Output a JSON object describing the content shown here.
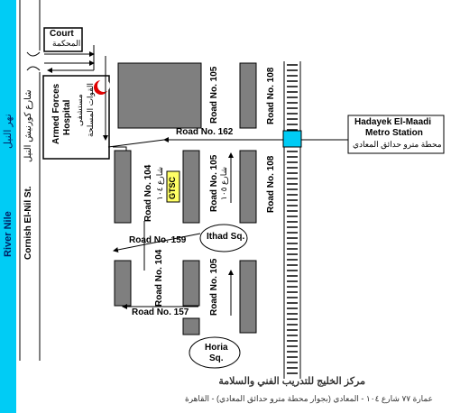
{
  "map": {
    "river": {
      "label": "River Nile",
      "arabic": "نهر النيل"
    },
    "corniche": {
      "label": "Cornish El-Nil St.",
      "arabic": "شارع كورنيش النيل"
    },
    "court": {
      "label": "Court",
      "arabic": "المحكمة"
    },
    "hospital": {
      "label_line1": "Armed Forces",
      "label_line2": "Hospital",
      "arabic_line1": "مستشفى",
      "arabic_line2": "القوات المسلحة"
    },
    "roads": {
      "r162": "Road No. 162",
      "r159": "Road No. 159",
      "r157": "Road No. 157",
      "r104_upper": "Road No. 104",
      "r104_lower": "Road No. 104",
      "r104_arabic": "شارع ١٠٤",
      "r105_top": "Road No. 105",
      "r105_mid": "Road No. 105",
      "r105_low": "Road No. 105",
      "r105_arabic": "شارع ١٠٥",
      "r108_top": "Road No. 108",
      "r108_mid": "Road No. 108"
    },
    "gtsc": "GTSC",
    "ithad": "Ithad Sq.",
    "horia": {
      "line1": "Horia",
      "line2": "Sq."
    },
    "metro": {
      "line1": "Hadayek El-Maadi",
      "line2": "Metro Station",
      "arabic": "محطة مترو حدائق المعادي"
    },
    "footer": {
      "title": "مركز الخليج للتدريب الفني والسلامة",
      "address": "عمارة ٧٧ شارع ١٠٤ - المعادي (بجوار محطة مترو حدائق المعادي) - القاهرة"
    },
    "colors": {
      "river": "#00ccf5",
      "crescent": "#e00000",
      "block": "#7f7f7f",
      "metro_highlight": "#00ccf5"
    }
  }
}
